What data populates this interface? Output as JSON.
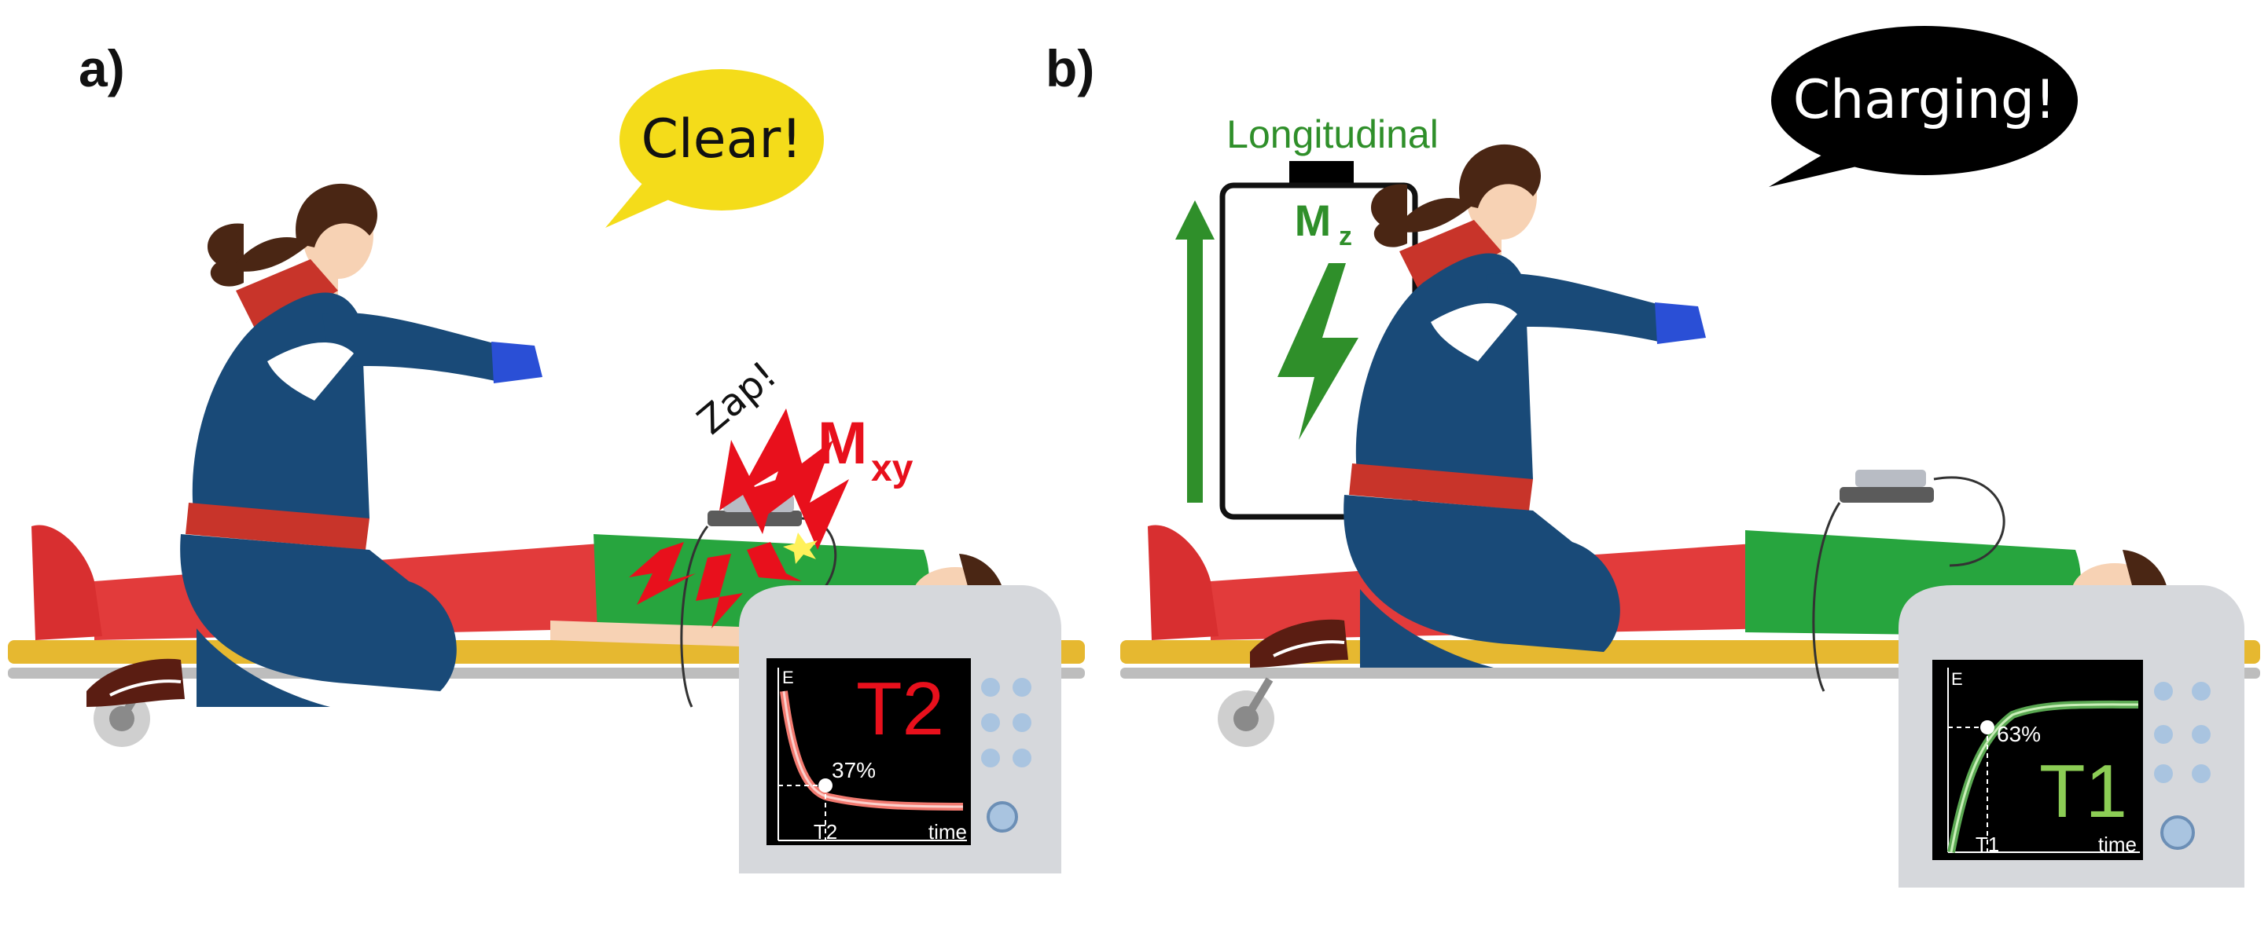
{
  "panel_a": {
    "label": "a)",
    "speech": "Clear!",
    "zap": "Zap!",
    "magnet_main": "M",
    "magnet_sub": "xy",
    "monitor": {
      "big_label": "T2",
      "percent": "37%",
      "y_axis": "E",
      "x_tick": "T2",
      "x_axis": "time",
      "curve": "decay"
    }
  },
  "panel_b": {
    "label": "b)",
    "speech": "Charging!",
    "battery_title": "Longitudinal",
    "magnet_main": "M",
    "magnet_sub": "z",
    "monitor": {
      "big_label": "T1",
      "percent": "63%",
      "y_axis": "E",
      "x_tick": "T1",
      "x_axis": "time",
      "curve": "recovery"
    }
  },
  "colors": {
    "uniform": "#194a78",
    "collar": "#c8342a",
    "belt": "#c8342a",
    "glove": "#2a4fd6",
    "patient_shirt": "#27a53e",
    "patient_pants": "#e23b3b",
    "stretcher": "#e6b830",
    "zap_red": "#e8101c",
    "t2_red": "#e8101c",
    "t1_green": "#8ccd55",
    "battery_green": "#2f8f2a",
    "bubble_yellow": "#f4dc1a",
    "bubble_black": "#000000"
  },
  "icons": {
    "battery": "battery-icon",
    "arrow": "up-arrow-icon",
    "bolt": "lightning-bolt-icon"
  }
}
